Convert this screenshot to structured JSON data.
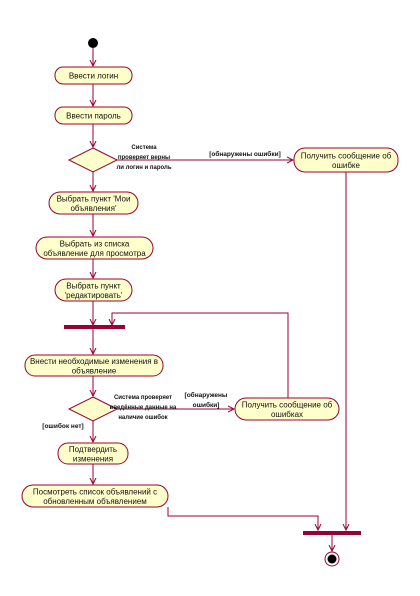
{
  "colors": {
    "activity_fill": "#ffffcc",
    "activity_stroke": "#990033",
    "line": "#990033",
    "bar": "#990033",
    "node": "#000000"
  },
  "activities": {
    "enter_login": "Ввести логин",
    "enter_password": "Ввести пароль",
    "receive_error_1": [
      "Получить сообщение об",
      "ошибке"
    ],
    "select_my_ads": [
      "Выбрать пункт 'Мои",
      "объявления'"
    ],
    "select_ad": [
      "Выбрать из списка",
      "объявление для просмотра"
    ],
    "select_edit": [
      "Выбрать пункт",
      "'редактировать'"
    ],
    "make_changes": [
      "Внести необходимые изменения в",
      "объявление"
    ],
    "receive_errors_2": [
      "Получить сообщение об",
      "ошибках"
    ],
    "confirm": [
      "Подтвердить",
      "изменения"
    ],
    "view_updated": [
      "Посмотреть список объявлений с",
      "обновленным объявлением"
    ]
  },
  "decisions": {
    "check_credentials": [
      "Система",
      "проверяет верны",
      "ли логин и пароль"
    ],
    "check_data": [
      "Система проверяет",
      "введённые данные на",
      "наличие ошибок"
    ]
  },
  "guards": {
    "errors_found_1": "[обнаружены ошибки]",
    "errors_found_2": [
      "[обнаружены",
      "ошибки]"
    ],
    "no_errors": "[ошибок нет]"
  }
}
